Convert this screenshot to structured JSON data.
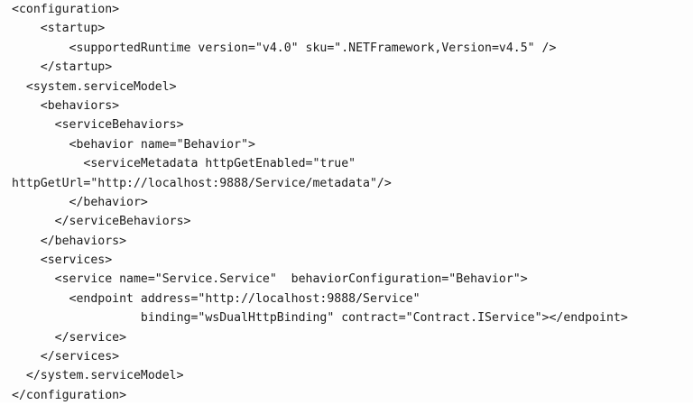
{
  "code_view": {
    "lines": [
      "<configuration>",
      "    <startup>",
      "        <supportedRuntime version=\"v4.0\" sku=\".NETFramework,Version=v4.5\" />",
      "    </startup>",
      "  <system.serviceModel>",
      "    <behaviors>",
      "      <serviceBehaviors>",
      "        <behavior name=\"Behavior\">",
      "          <serviceMetadata httpGetEnabled=\"true\"",
      "httpGetUrl=\"http://localhost:9888/Service/metadata\"/>",
      "        </behavior>",
      "      </serviceBehaviors>",
      "    </behaviors>",
      "    <services>",
      "      <service name=\"Service.Service\"  behaviorConfiguration=\"Behavior\">",
      "        <endpoint address=\"http://localhost:9888/Service\"",
      "                  binding=\"wsDualHttpBinding\" contract=\"Contract.IService\"></endpoint>",
      "      </service>",
      "    </services>",
      "  </system.serviceModel>",
      "</configuration>"
    ]
  }
}
